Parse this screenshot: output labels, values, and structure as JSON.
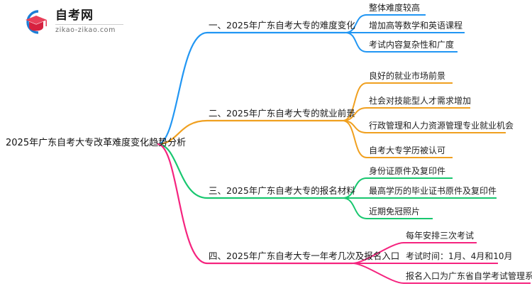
{
  "logo": {
    "icon": "graduation-cap-logo-icon",
    "cn_name": "自考网",
    "domain": "zikao-zikao.com",
    "arc_color": "#1c7ed6",
    "cap_color": "#e8405a"
  },
  "mindmap": {
    "root": {
      "label": "2025年广东自考大专改革难度变化趋势分析"
    },
    "branches": [
      {
        "label": "一、2025年广东自考大专的难度变化",
        "color": "#2196f3",
        "children": [
          {
            "label": "整体难度较高"
          },
          {
            "label": "增加高等数学和英语课程"
          },
          {
            "label": "考试内容复杂性和广度"
          }
        ]
      },
      {
        "label": "二、2025年广东自考大专的就业前景",
        "color": "#f0a020",
        "children": [
          {
            "label": "良好的就业市场前景"
          },
          {
            "label": "社会对技能型人才需求增加"
          },
          {
            "label": "行政管理和人力资源管理专业就业机会"
          },
          {
            "label": "自考大专学历被认可"
          }
        ]
      },
      {
        "label": "三、2025年广东自考大专的报名材料",
        "color": "#18c76f",
        "children": [
          {
            "label": "身份证原件及复印件"
          },
          {
            "label": "最高学历的毕业证书原件及复印件"
          },
          {
            "label": "近期免冠照片"
          }
        ]
      },
      {
        "label": "四、2025年广东自考大专一年考几次及报名入口",
        "color": "#f5247f",
        "children": [
          {
            "label": "每年安排三次考试"
          },
          {
            "label": "考试时间：1月、4月和10月"
          },
          {
            "label": "报名入口为广东省自学考试管理系统"
          }
        ]
      }
    ]
  }
}
